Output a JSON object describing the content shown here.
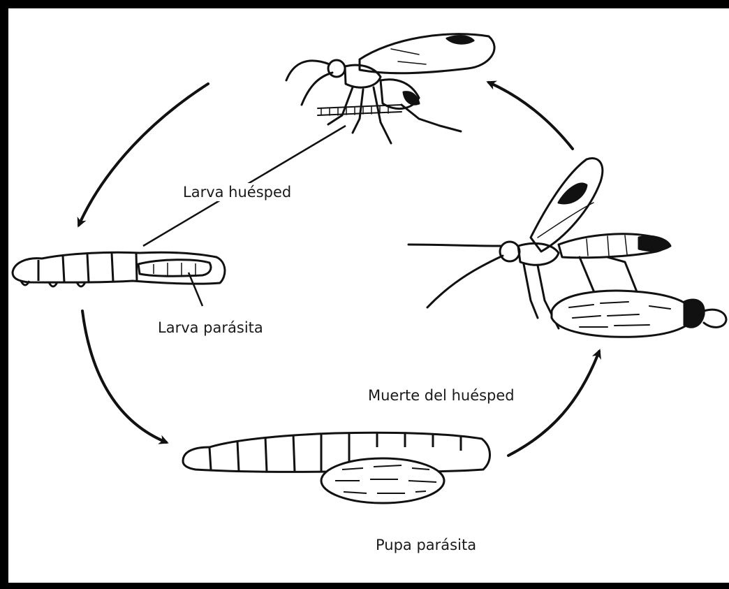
{
  "labels": {
    "host_larva": "Larva huésped",
    "parasite_larva": "Larva parásita",
    "host_death": "Muerte del huésped",
    "parasite_pupa": "Pupa parásita"
  },
  "stages": [
    "adult-wasp-stinging",
    "host-larva-with-parasite",
    "host-larva-with-pupa",
    "adult-wasp-emerging"
  ]
}
